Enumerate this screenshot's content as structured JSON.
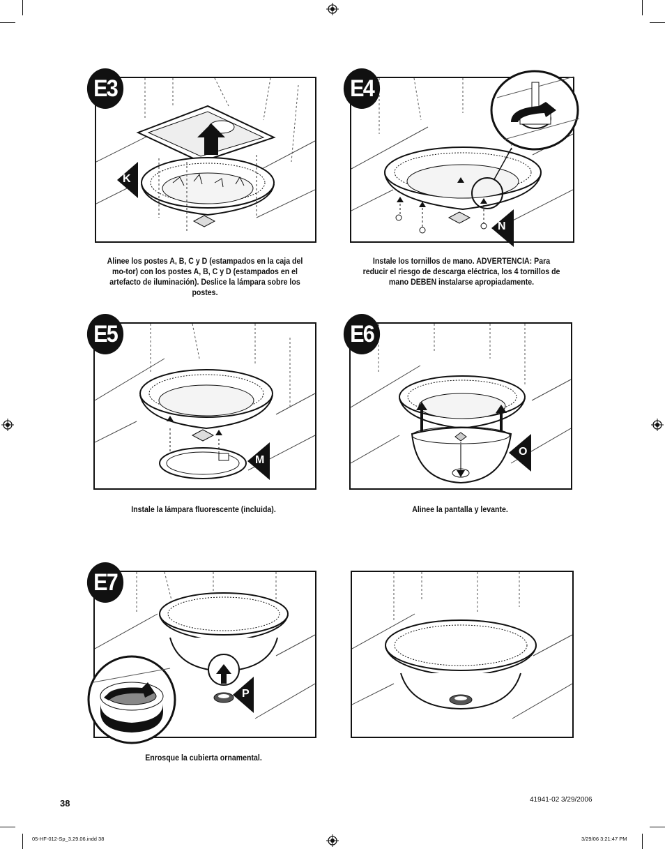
{
  "steps": {
    "e3": {
      "label": "E3",
      "callout": "K",
      "caption": "Alinee los postes A, B, C y D (estampados en la caja del mo-tor) con los postes A, B, C y D (estampados en el artefacto de iluminación). Deslice la lámpara sobre los postes."
    },
    "e4": {
      "label": "E4",
      "callout": "N",
      "caption": "Instale los tornillos de mano. ADVERTENCIA: Para reducir el riesgo de descarga eléctrica, los 4 tornillos de mano DEBEN instalarse apropiadamente."
    },
    "e5": {
      "label": "E5",
      "callout": "M",
      "caption": "Instale la lámpara fluorescente (incluida)."
    },
    "e6": {
      "label": "E6",
      "callout": "O",
      "caption": "Alinee la pantalla y levante."
    },
    "e7": {
      "label": "E7",
      "callout": "P",
      "caption": "Enrosque la cubierta ornamental."
    }
  },
  "footer": {
    "page_number": "38",
    "doc_info": "41941-02   3/29/2006",
    "slug_left": "05-HF-012-Sp_3.29.06.indd   38",
    "slug_right": "3/29/06   3:21:47 PM"
  },
  "colors": {
    "ink": "#111111",
    "paper": "#ffffff"
  }
}
